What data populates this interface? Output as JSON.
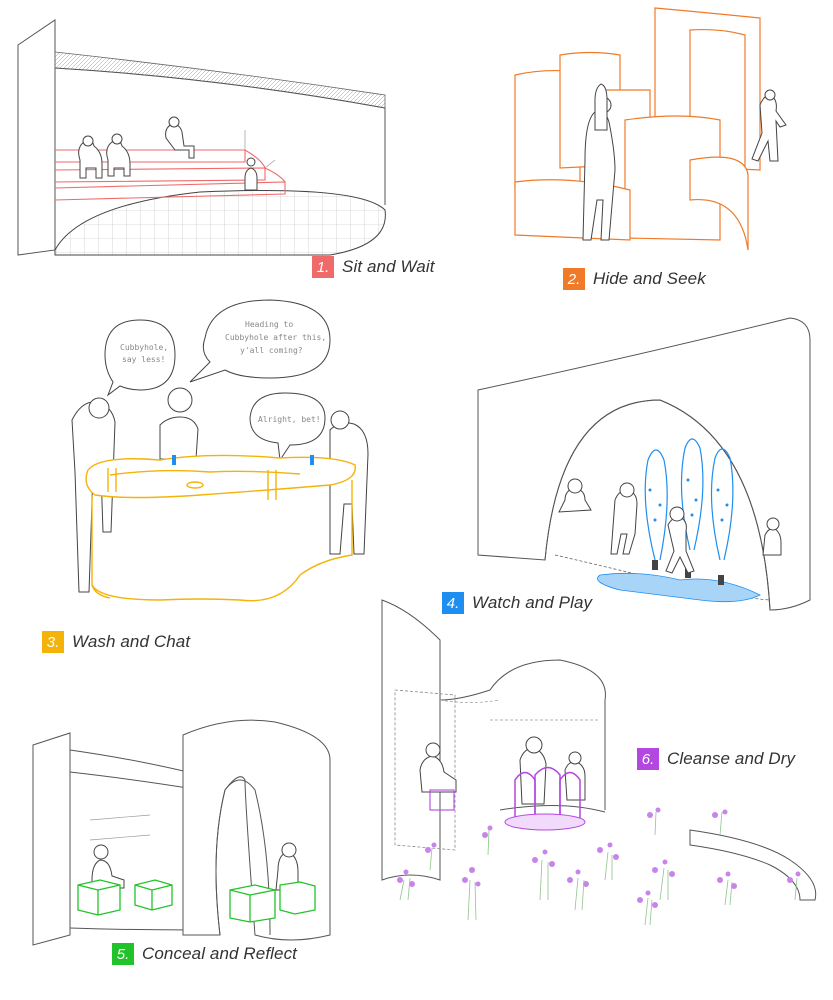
{
  "panels": [
    {
      "number": "1.",
      "label": "Sit and Wait",
      "color": "#f06a6a"
    },
    {
      "number": "2.",
      "label": "Hide and Seek",
      "color": "#f07a28"
    },
    {
      "number": "3.",
      "label": "Wash and Chat",
      "color": "#f5b30a"
    },
    {
      "number": "4.",
      "label": "Watch and Play",
      "color": "#1e8ef0"
    },
    {
      "number": "5.",
      "label": "Conceal and Reflect",
      "color": "#22c32a"
    },
    {
      "number": "6.",
      "label": "Cleanse and Dry",
      "color": "#b347e0"
    }
  ],
  "speech_bubbles": [
    {
      "lines": [
        "Cubbyhole,",
        "say less!"
      ]
    },
    {
      "lines": [
        "Heading to",
        "Cubbyhole after this,",
        "y'all coming?"
      ]
    },
    {
      "lines": [
        "Alright, bet!"
      ]
    }
  ]
}
